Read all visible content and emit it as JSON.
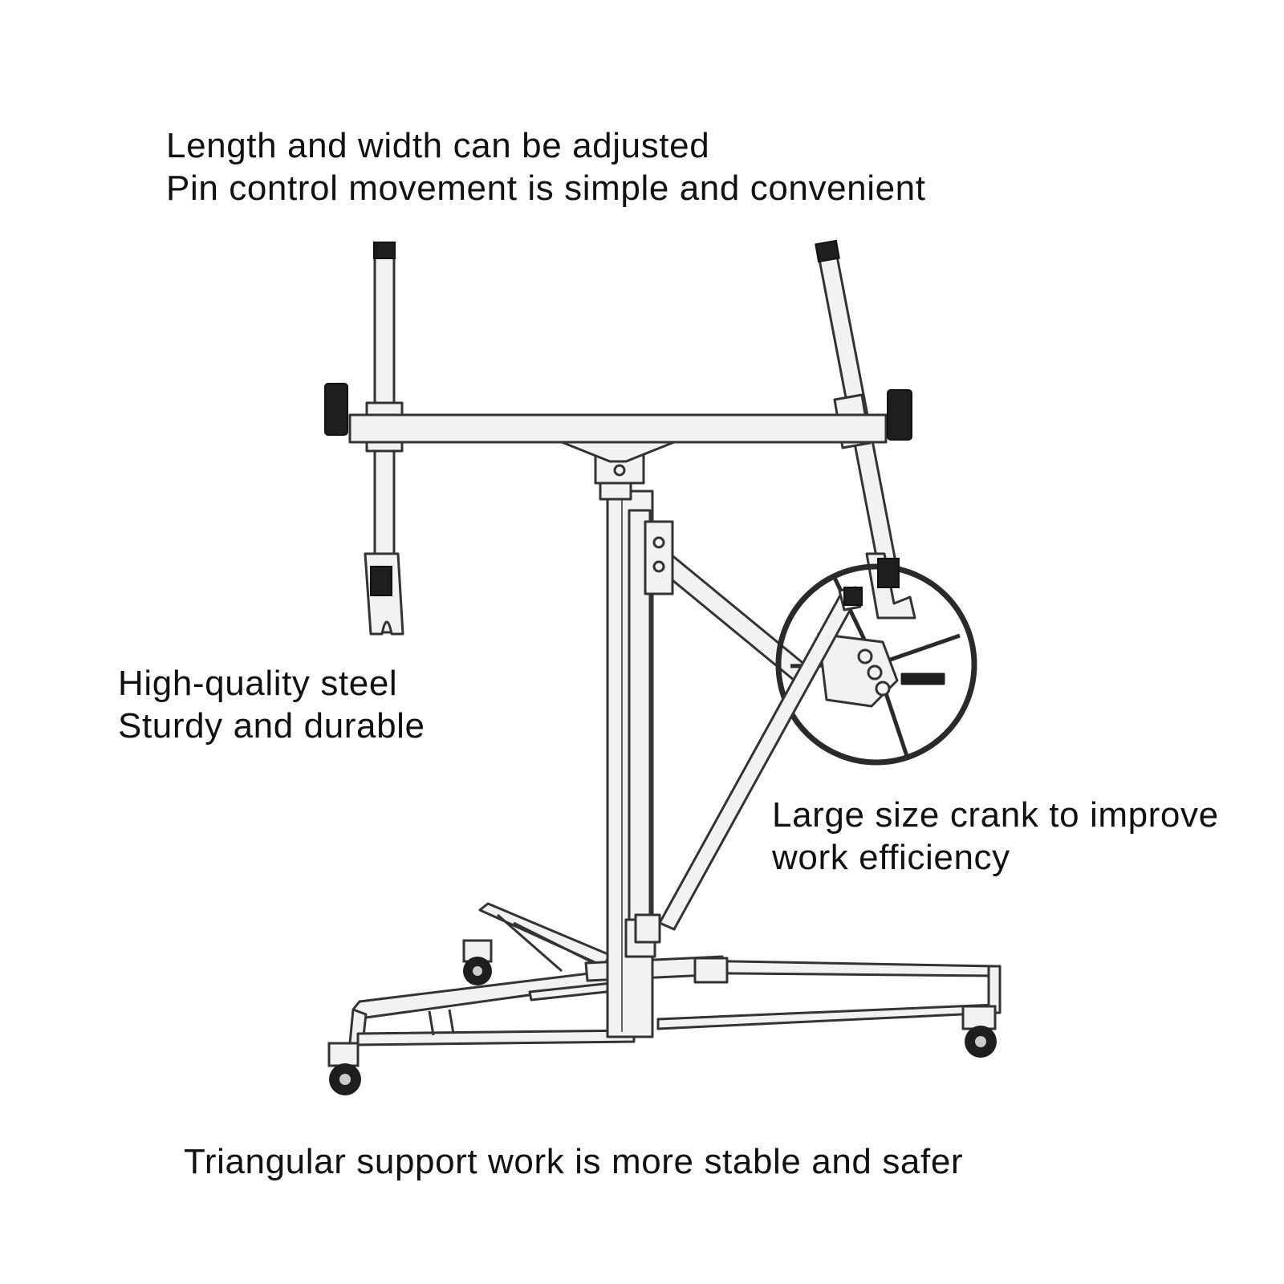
{
  "captions": {
    "adjust": {
      "line1": "Length and width can be adjusted",
      "line2": "Pin control movement is simple and convenient"
    },
    "steel": {
      "line1": "High-quality steel",
      "line2": "Sturdy and durable"
    },
    "crank": {
      "line1": "Large size crank to improve",
      "line2": "work efficiency"
    },
    "support": {
      "line1": "Triangular support work is more stable and safer"
    }
  },
  "colors": {
    "metal_fill": "#f2f2f2",
    "outline": "#333333",
    "dark_part": "#1e1e1e",
    "text": "#111111"
  }
}
